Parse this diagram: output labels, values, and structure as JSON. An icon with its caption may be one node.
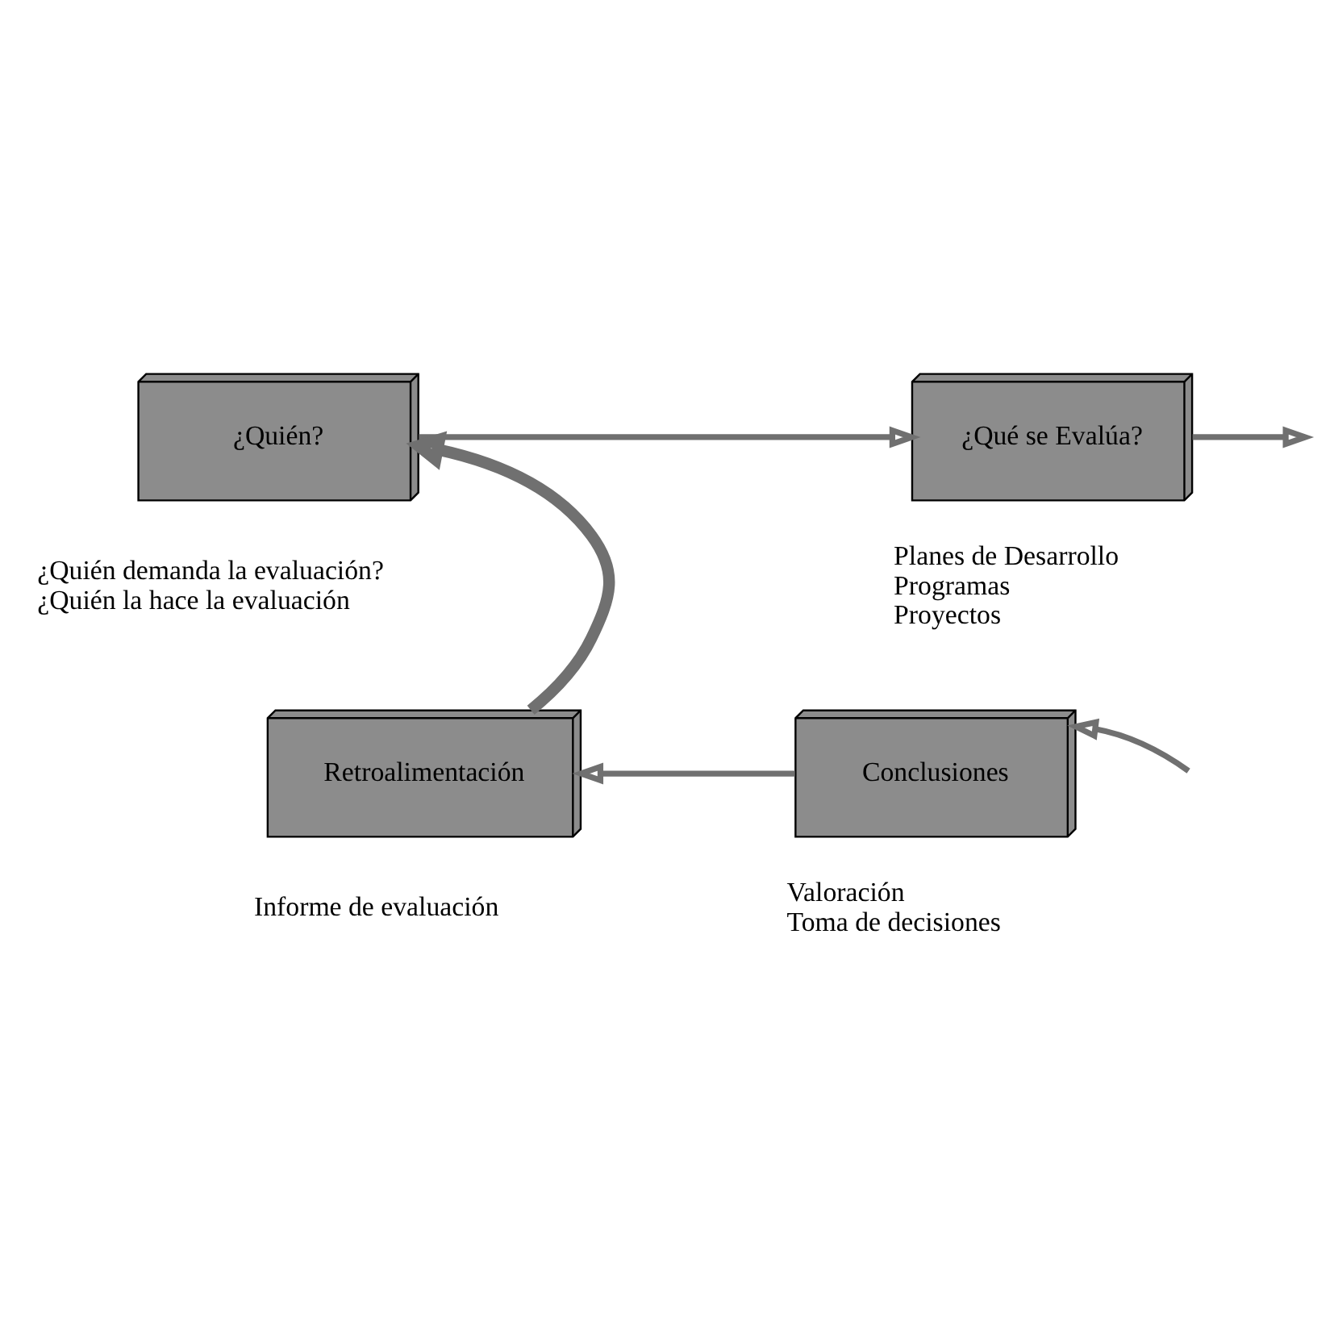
{
  "diagram": {
    "nodes": [
      {
        "text": [
          "¿Quién?"
        ],
        "beside": [
          "¿Quién demanda la evaluación?",
          "¿Quién la hace la evaluación"
        ]
      },
      {
        "text": [
          "¿Qué se Evalúa?"
        ],
        "beside": [
          "Planes de Desarrollo",
          "Programas",
          "Proyectos"
        ]
      },
      {
        "text": [
          "Conclusiones"
        ],
        "beside": [
          "Valoración",
          "Toma de decisiones"
        ]
      },
      {
        "text": [
          "Retroalimentación"
        ],
        "beside": [
          "Informe de evaluación"
        ]
      }
    ],
    "edges": [
      {
        "from": 0,
        "to": 1,
        "arrow": "to"
      },
      {
        "from": 1,
        "to": null,
        "arrow": "to"
      },
      {
        "from": null,
        "to": 2,
        "arrow": "to"
      },
      {
        "from": 2,
        "to": 3,
        "arrow": "to"
      },
      {
        "from": 3,
        "to": 0,
        "arrow": "to",
        "style": "thick"
      }
    ]
  }
}
